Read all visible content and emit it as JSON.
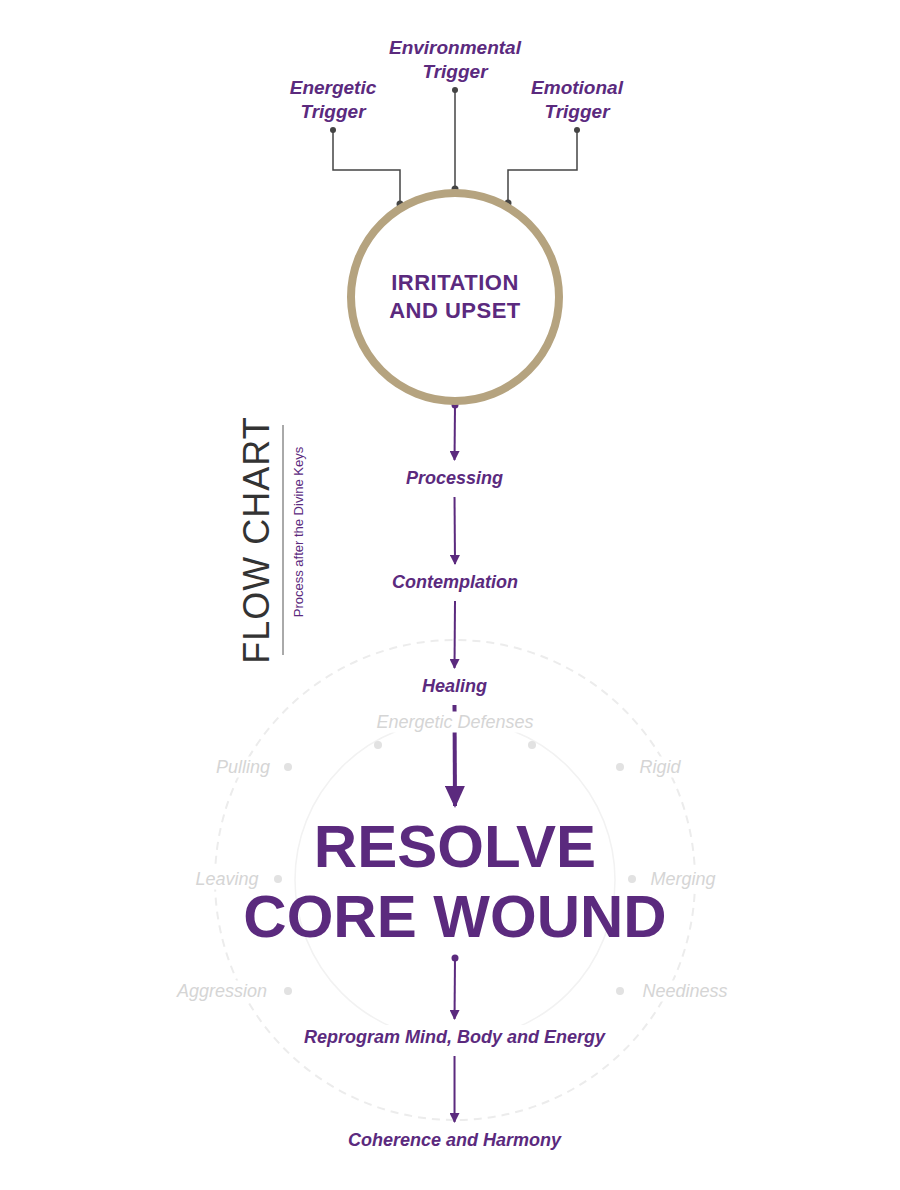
{
  "diagram": {
    "nodes": [
      {
        "text": [
          "Energetic Trigger"
        ]
      },
      {
        "text": [
          "Environmental Trigger"
        ]
      },
      {
        "text": [
          "Emotional Trigger"
        ]
      },
      {
        "text": [
          "IRRITATION AND UPSET"
        ]
      },
      {
        "text": [
          "Processing"
        ]
      },
      {
        "text": [
          "Contemplation"
        ]
      },
      {
        "text": [
          "Healing"
        ]
      },
      {
        "text": [
          "RESOLVE CORE WOUND"
        ]
      },
      {
        "text": [
          "Reprogram Mind, Body and Energy"
        ]
      },
      {
        "text": [
          "Coherence and Harmony"
        ]
      }
    ],
    "edges": [
      {
        "from": 0,
        "to": 3,
        "arrow": "none"
      },
      {
        "from": 1,
        "to": 3,
        "arrow": "none"
      },
      {
        "from": 2,
        "to": 3,
        "arrow": "none"
      },
      {
        "from": 3,
        "to": 4,
        "arrow": "to"
      },
      {
        "from": 4,
        "to": 5,
        "arrow": "to"
      },
      {
        "from": 5,
        "to": 6,
        "arrow": "to"
      },
      {
        "from": 6,
        "to": 7,
        "arrow": "to"
      },
      {
        "from": 7,
        "to": 8,
        "arrow": "to"
      },
      {
        "from": 8,
        "to": 9,
        "arrow": "to"
      }
    ],
    "labels": [
      "FLOW CHART",
      "Process after the Divine Keys",
      "Energetic Defenses",
      "Pulling",
      "Rigid",
      "Leaving",
      "Merging",
      "Aggression",
      "Neediness"
    ]
  }
}
